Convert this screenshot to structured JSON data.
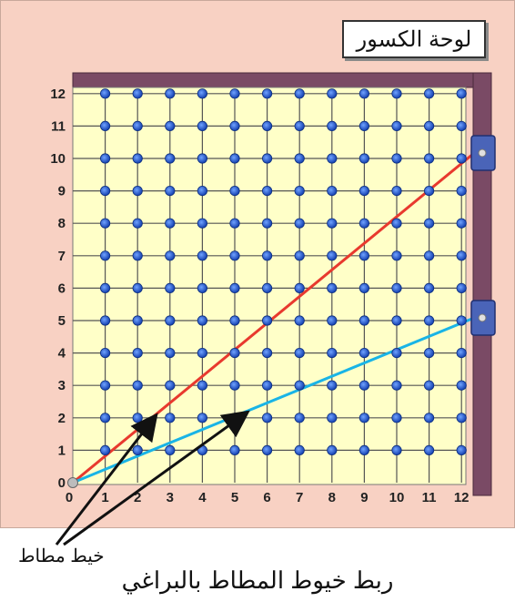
{
  "title": "لوحة الكسور",
  "pointer_label": "خيط مطاط",
  "caption": "ربط خيوط المطاط بالبراغي",
  "colors": {
    "panel": "#f8d1c3",
    "grid_bg": "#ffffc8",
    "frame": "#7a4a65",
    "peg": "#1e60d8",
    "red_band": "#e8392e",
    "blue_band": "#19b4e6"
  },
  "chart_data": {
    "type": "scatter",
    "title": "",
    "xlabel": "",
    "ylabel": "",
    "x_ticks": [
      "0",
      "1",
      "2",
      "3",
      "4",
      "5",
      "6",
      "7",
      "8",
      "9",
      "10",
      "11",
      "12"
    ],
    "y_ticks": [
      "0",
      "1",
      "2",
      "3",
      "4",
      "5",
      "6",
      "7",
      "8",
      "9",
      "10",
      "11",
      "12"
    ],
    "xlim": [
      0,
      12
    ],
    "ylim": [
      0,
      12
    ],
    "grid": true,
    "pegs": "grid points x=1..12, y=1..12",
    "series": [
      {
        "points": [
          [
            0,
            0
          ],
          [
            12,
            10
          ]
        ],
        "color": "#e8392e"
      },
      {
        "points": [
          [
            0,
            0
          ],
          [
            12,
            5
          ]
        ],
        "color": "#19b4e6"
      }
    ],
    "right_knobs_y": [
      10,
      5
    ]
  }
}
